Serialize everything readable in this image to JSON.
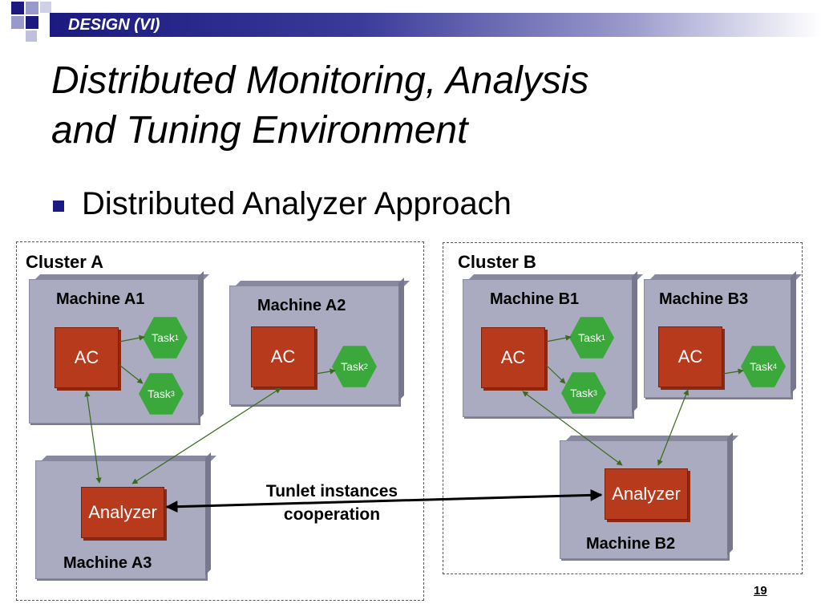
{
  "header": {
    "section_label": "DESIGN (VI)",
    "colors": {
      "bar_dark": "#1a1a80",
      "square_light": "#9999cc"
    }
  },
  "title_line1": "Distributed Monitoring, Analysis",
  "title_line2": "and Tuning Environment",
  "bullet": "Distributed Analyzer Approach",
  "diagram": {
    "cluster_a": {
      "title": "Cluster A",
      "machine_a1": {
        "label": "Machine A1",
        "ac": "AC",
        "task1": {
          "name": "Task",
          "sub": "1"
        },
        "task3": {
          "name": "Task",
          "sub": "3"
        }
      },
      "machine_a2": {
        "label": "Machine A2",
        "ac": "AC",
        "task2": {
          "name": "Task",
          "sub": "2"
        }
      },
      "machine_a3": {
        "label": "Machine A3",
        "analyzer": "Analyzer"
      }
    },
    "cluster_b": {
      "title": "Cluster B",
      "machine_b1": {
        "label": "Machine B1",
        "ac": "AC",
        "task1": {
          "name": "Task",
          "sub": "1"
        },
        "task3": {
          "name": "Task",
          "sub": "3"
        }
      },
      "machine_b3": {
        "label": "Machine B3",
        "ac": "AC",
        "task4": {
          "name": "Task",
          "sub": "4"
        }
      },
      "machine_b2": {
        "label": "Machine B2",
        "analyzer": "Analyzer"
      }
    },
    "cooperation_label_line1": "Tunlet instances",
    "cooperation_label_line2": "cooperation",
    "colors": {
      "machine": "#aaaac0",
      "ac": "#b83a1c",
      "task": "#3aa83a",
      "link": "#3a6a1a"
    }
  },
  "page_number": "19"
}
